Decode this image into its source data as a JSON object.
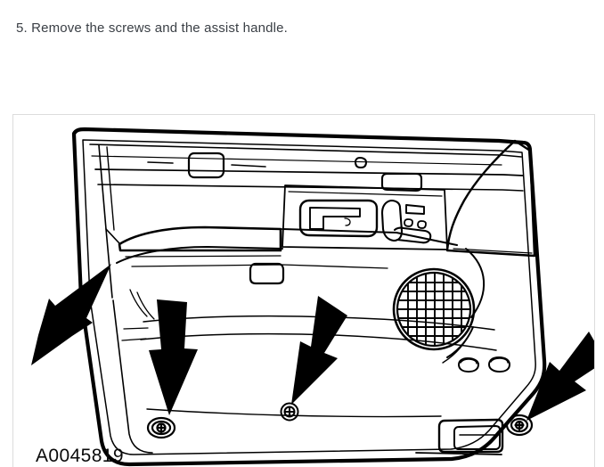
{
  "document": {
    "step": {
      "number": "5.",
      "text": "5. Remove the screws and the assist handle."
    },
    "figure": {
      "id_label": "A0045819",
      "alt": "Line drawing of a vehicle front door trim panel showing four arrows pointing to the retaining screw locations",
      "callouts": [
        {
          "name": "arrow-upper-left",
          "direction": "up-right",
          "target": "front edge screw"
        },
        {
          "name": "arrow-left-down",
          "direction": "down",
          "target": "lower front screw"
        },
        {
          "name": "arrow-center-down",
          "direction": "down-left",
          "target": "lower center screw"
        },
        {
          "name": "arrow-right-down",
          "direction": "down-left",
          "target": "lower rear screw"
        }
      ],
      "features": [
        "door trim panel outline",
        "upper garnish molding",
        "assist handle recess",
        "inside door handle bezel",
        "power seat switch",
        "power window switch plate",
        "armrest",
        "speaker grille",
        "map pocket / pull cup",
        "retaining screws"
      ]
    }
  },
  "colors": {
    "text": "#3a3f45",
    "figure_id_text": "#0a0a0a",
    "panel_border": "#dcdcdc",
    "line_art": "#000000",
    "background": "#ffffff"
  }
}
